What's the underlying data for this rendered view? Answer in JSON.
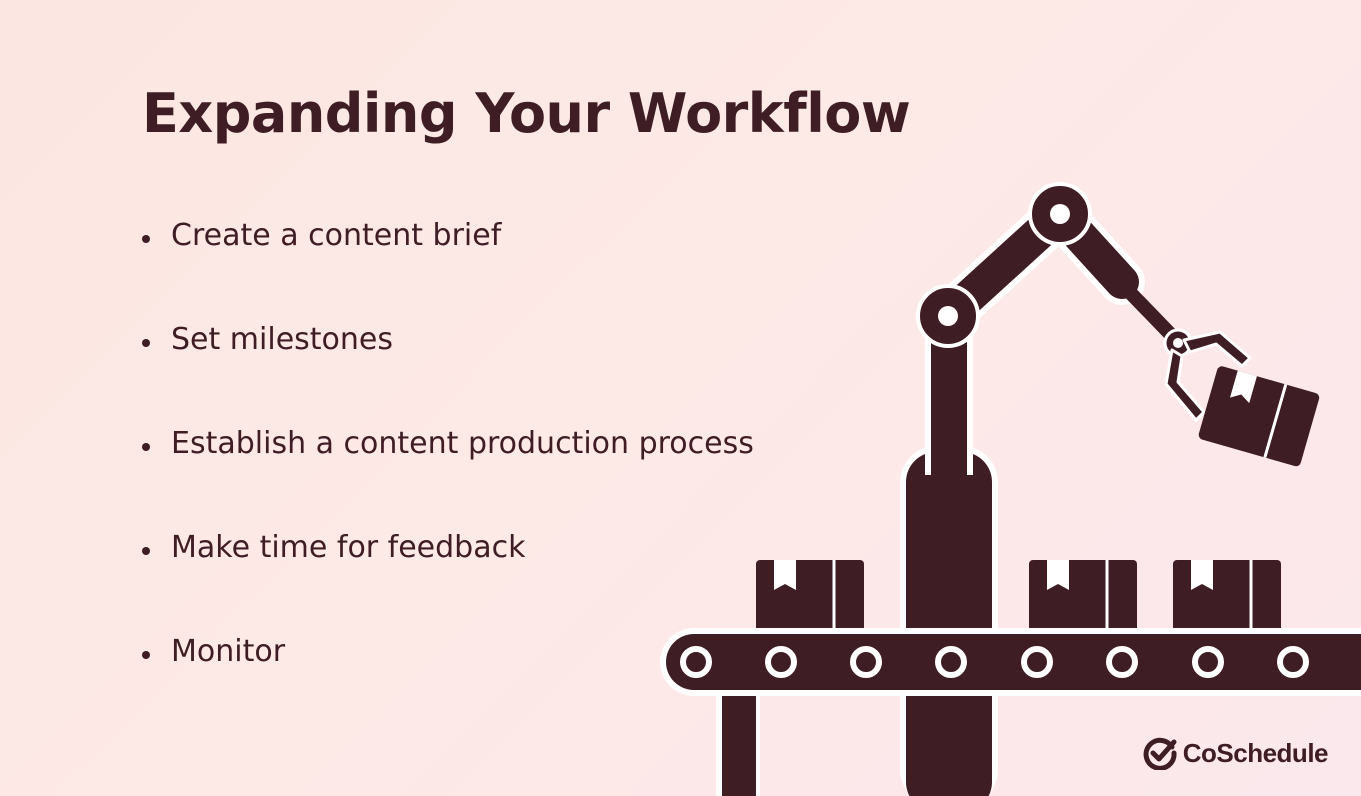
{
  "slide": {
    "title": "Expanding Your Workflow",
    "bullets": [
      "Create a content brief",
      "Set milestones",
      "Establish a content production process",
      "Make time for feedback",
      "Monitor"
    ]
  },
  "brand": {
    "logo_text": "CoSchedule"
  },
  "colors": {
    "background": "#fce8e4",
    "text": "#3e1d24",
    "illustration": "#3e1d24",
    "outline": "#ffffff"
  },
  "illustration": {
    "icon": "robotic-arm-conveyor-belt-illustration"
  }
}
